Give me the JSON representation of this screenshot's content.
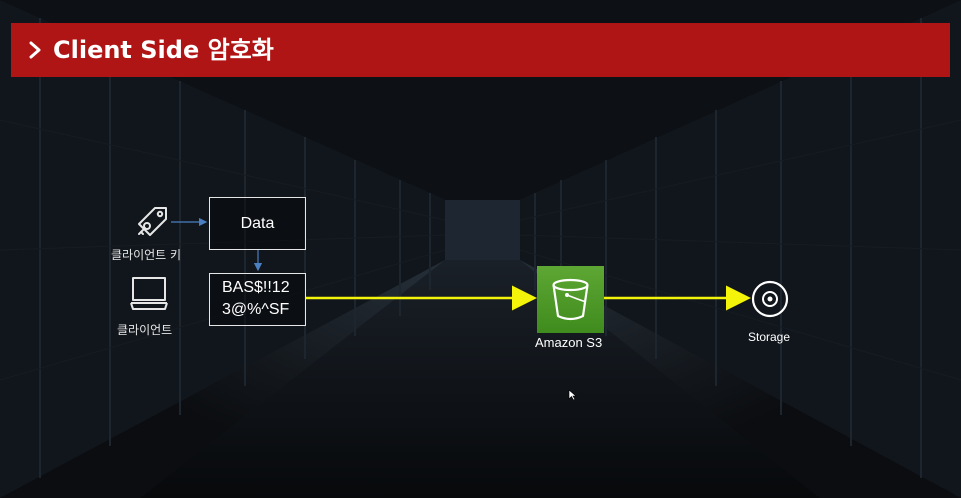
{
  "header": {
    "title": "Client Side 암호화",
    "chevron_icon": "chevron-right-icon",
    "color": "#b01516"
  },
  "diagram": {
    "client_key_label": "클라이언트 키",
    "client_label": "클라이언트",
    "data_box_label": "Data",
    "encrypted_line1": "BAS$!!12",
    "encrypted_line2": "3@%^SF",
    "s3_label": "Amazon S3",
    "storage_label": "Storage",
    "arrow_color": "#f4f40a",
    "key_arrow_color": "#4a7fc1",
    "s3_color": "#4e9a2a",
    "icons": [
      "key-tag-icon",
      "computer-monitor-icon",
      "s3-bucket-icon",
      "storage-disk-icon"
    ]
  }
}
